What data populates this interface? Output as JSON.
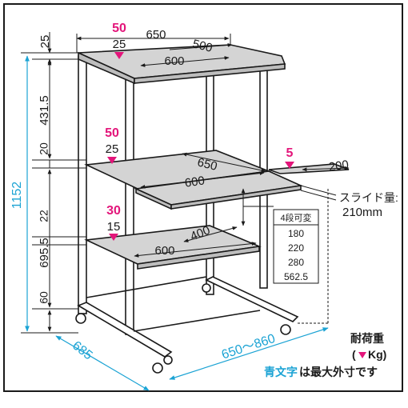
{
  "dimensions": {
    "top_left_height": "25",
    "total_height": "1152",
    "upper_span": "431.5",
    "shelf1_thickness": "20",
    "shelf2_thickness": "22",
    "lower_span": "695.5",
    "foot_height": "60",
    "top_width_max": "650",
    "top_depth": "500",
    "top_inner_width": "600",
    "mid_width": "650",
    "mid_inner_width": "600",
    "slide_width": "200",
    "lower_depth": "400",
    "lower_inner_width": "600",
    "base_depth": "685",
    "base_width_range": "650〜860"
  },
  "loads": {
    "top_max": "50",
    "top_load": "25",
    "mid_max": "50",
    "mid_load": "25",
    "slide_load": "5",
    "lower_max": "30",
    "lower_load": "15"
  },
  "slide_note": {
    "line1": "スライド量:",
    "line2": "210mm"
  },
  "adjust_table": {
    "header": "4段可変",
    "rows": [
      "180",
      "220",
      "280",
      "562.5"
    ]
  },
  "legend": {
    "title": "耐荷重",
    "unit_open": "(",
    "unit": "Kg)",
    "note_colored": "青文字",
    "note_rest": "は最大外寸です"
  },
  "colors": {
    "magenta": "#e3157a",
    "cyan": "#1ba3d4",
    "line": "#1a1a1a",
    "shelf_fill": "#d4d4d4"
  }
}
